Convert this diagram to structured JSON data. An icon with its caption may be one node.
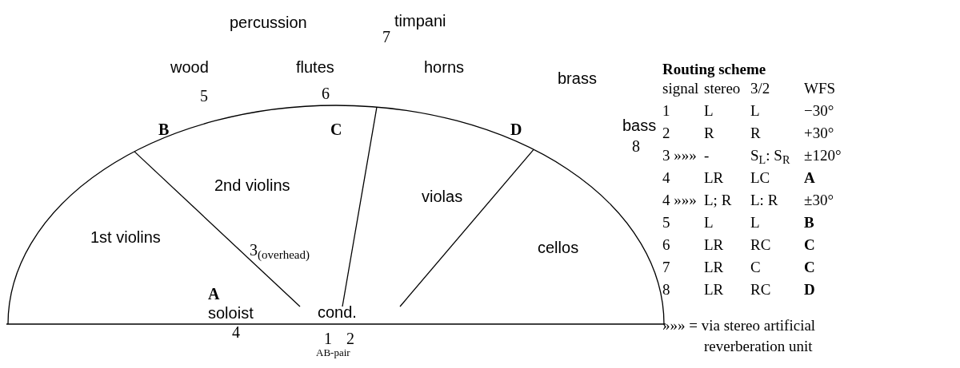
{
  "diagram": {
    "labels": [
      "percussion",
      "7",
      "timpani",
      "wood",
      "flutes",
      "horns",
      "brass",
      "5",
      "6",
      "B",
      "C",
      "D",
      "bass",
      "8",
      "2nd violins",
      "violas",
      "3$_{(overhead)}$",
      "1st violins",
      "cellos",
      "A",
      "soloist",
      "cond.",
      "4",
      "1",
      "2",
      "AB-pair",
      "Routing scheme",
      "signal",
      "stereo",
      "3/2",
      "WFS",
      "1",
      "L",
      "L",
      "−30°",
      "2",
      "R",
      "R",
      "+30°",
      "3 »»»",
      "-",
      "S$_{L}$: S$_{R}$",
      "±120°",
      "4",
      "LR",
      "LC",
      "A",
      "4 »»»",
      "L; R",
      "L: R",
      "±30°",
      "5",
      "L",
      "L",
      "B",
      "6",
      "LR",
      "RC",
      "C",
      "7",
      "LR",
      "C",
      "C",
      "8",
      "LR",
      "RC",
      "D",
      "»»» = via stereo artificial reverberation unit"
    ]
  }
}
